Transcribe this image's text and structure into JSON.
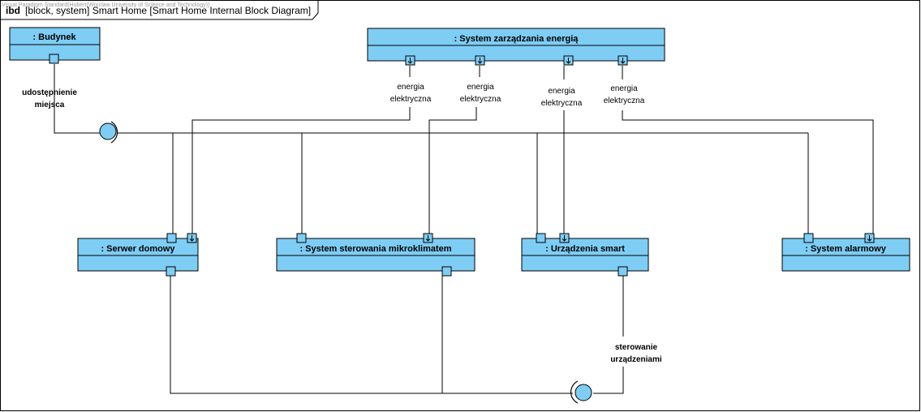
{
  "watermark": "Visual Paradigm Standard(Hubert(Wroclaw University of Science and Technology))",
  "frame": {
    "keyword": "ibd",
    "title": "[block, system] Smart Home [Smart Home Internal Block Diagram]"
  },
  "colors": {
    "block_fill": "#7ecdf4",
    "port_fill": "#7ecdf4",
    "line": "#000000"
  },
  "blocks": {
    "budynek": ": Budynek",
    "energia": ": System zarządzania energią",
    "serwer": ": Serwer domowy",
    "mikroklimat": ": System sterowania mikroklimatem",
    "smart": ": Urządzenia smart",
    "alarm": ": System alarmowy"
  },
  "labels": {
    "udostepnienie_1": "udostępnienie",
    "udostepnienie_2": "miejsca",
    "energia_1a": "energia",
    "energia_1b": "elektryczna",
    "energia_2a": "energia",
    "energia_2b": "elektryczna",
    "energia_3a": "energia",
    "energia_3b": "elektryczna",
    "energia_4a": "energia",
    "energia_4b": "elektryczna",
    "sterowanie_1": "sterowanie",
    "sterowanie_2": "urządzeniami"
  }
}
